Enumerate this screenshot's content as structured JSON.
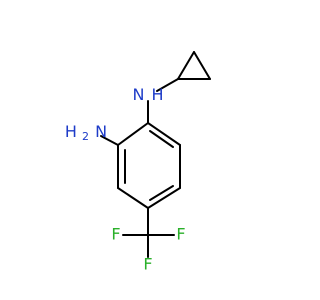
{
  "colors": {
    "nitrogen": "#1e3cc8",
    "fluorine": "#2ab02a",
    "bond": "#000000",
    "background": "#ffffff"
  },
  "atoms": {
    "nh": {
      "symbol": "N",
      "suffix": "H"
    },
    "nh2": {
      "prefix": "H",
      "symbol": "N",
      "subscript": "2"
    },
    "f_top": "F",
    "f_left": "F",
    "f_bottom": "F"
  }
}
